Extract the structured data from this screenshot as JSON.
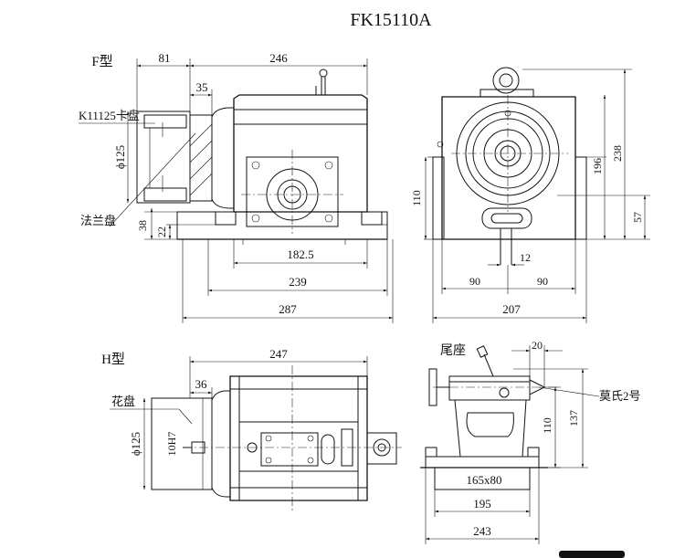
{
  "title": "FK15110A",
  "views": {
    "f_type": {
      "label": "F型",
      "callouts": {
        "chuck": "K11125卡盘",
        "flange": "法兰盘"
      },
      "dims": {
        "d81": "81",
        "d246": "246",
        "d35": "35",
        "d125": "ϕ125",
        "d38": "38",
        "d22": "22",
        "d182_5": "182.5",
        "d239": "239",
        "d287": "287"
      }
    },
    "side_view": {
      "dims": {
        "d110": "110",
        "d196": "196",
        "d238": "238",
        "d57": "57",
        "d12": "12",
        "d90a": "90",
        "d90b": "90",
        "d207": "207"
      }
    },
    "h_type": {
      "label": "H型",
      "callouts": {
        "faceplate": "花盘"
      },
      "dims": {
        "d247": "247",
        "d36": "36",
        "d125": "ϕ125",
        "d10h7": "10H7"
      }
    },
    "tailstock": {
      "label": "尾座",
      "callouts": {
        "taper": "莫氏2号"
      },
      "dims": {
        "d20": "20",
        "d110": "110",
        "d137": "137",
        "d165x80": "165x80",
        "d195": "195",
        "d243": "243"
      }
    }
  }
}
